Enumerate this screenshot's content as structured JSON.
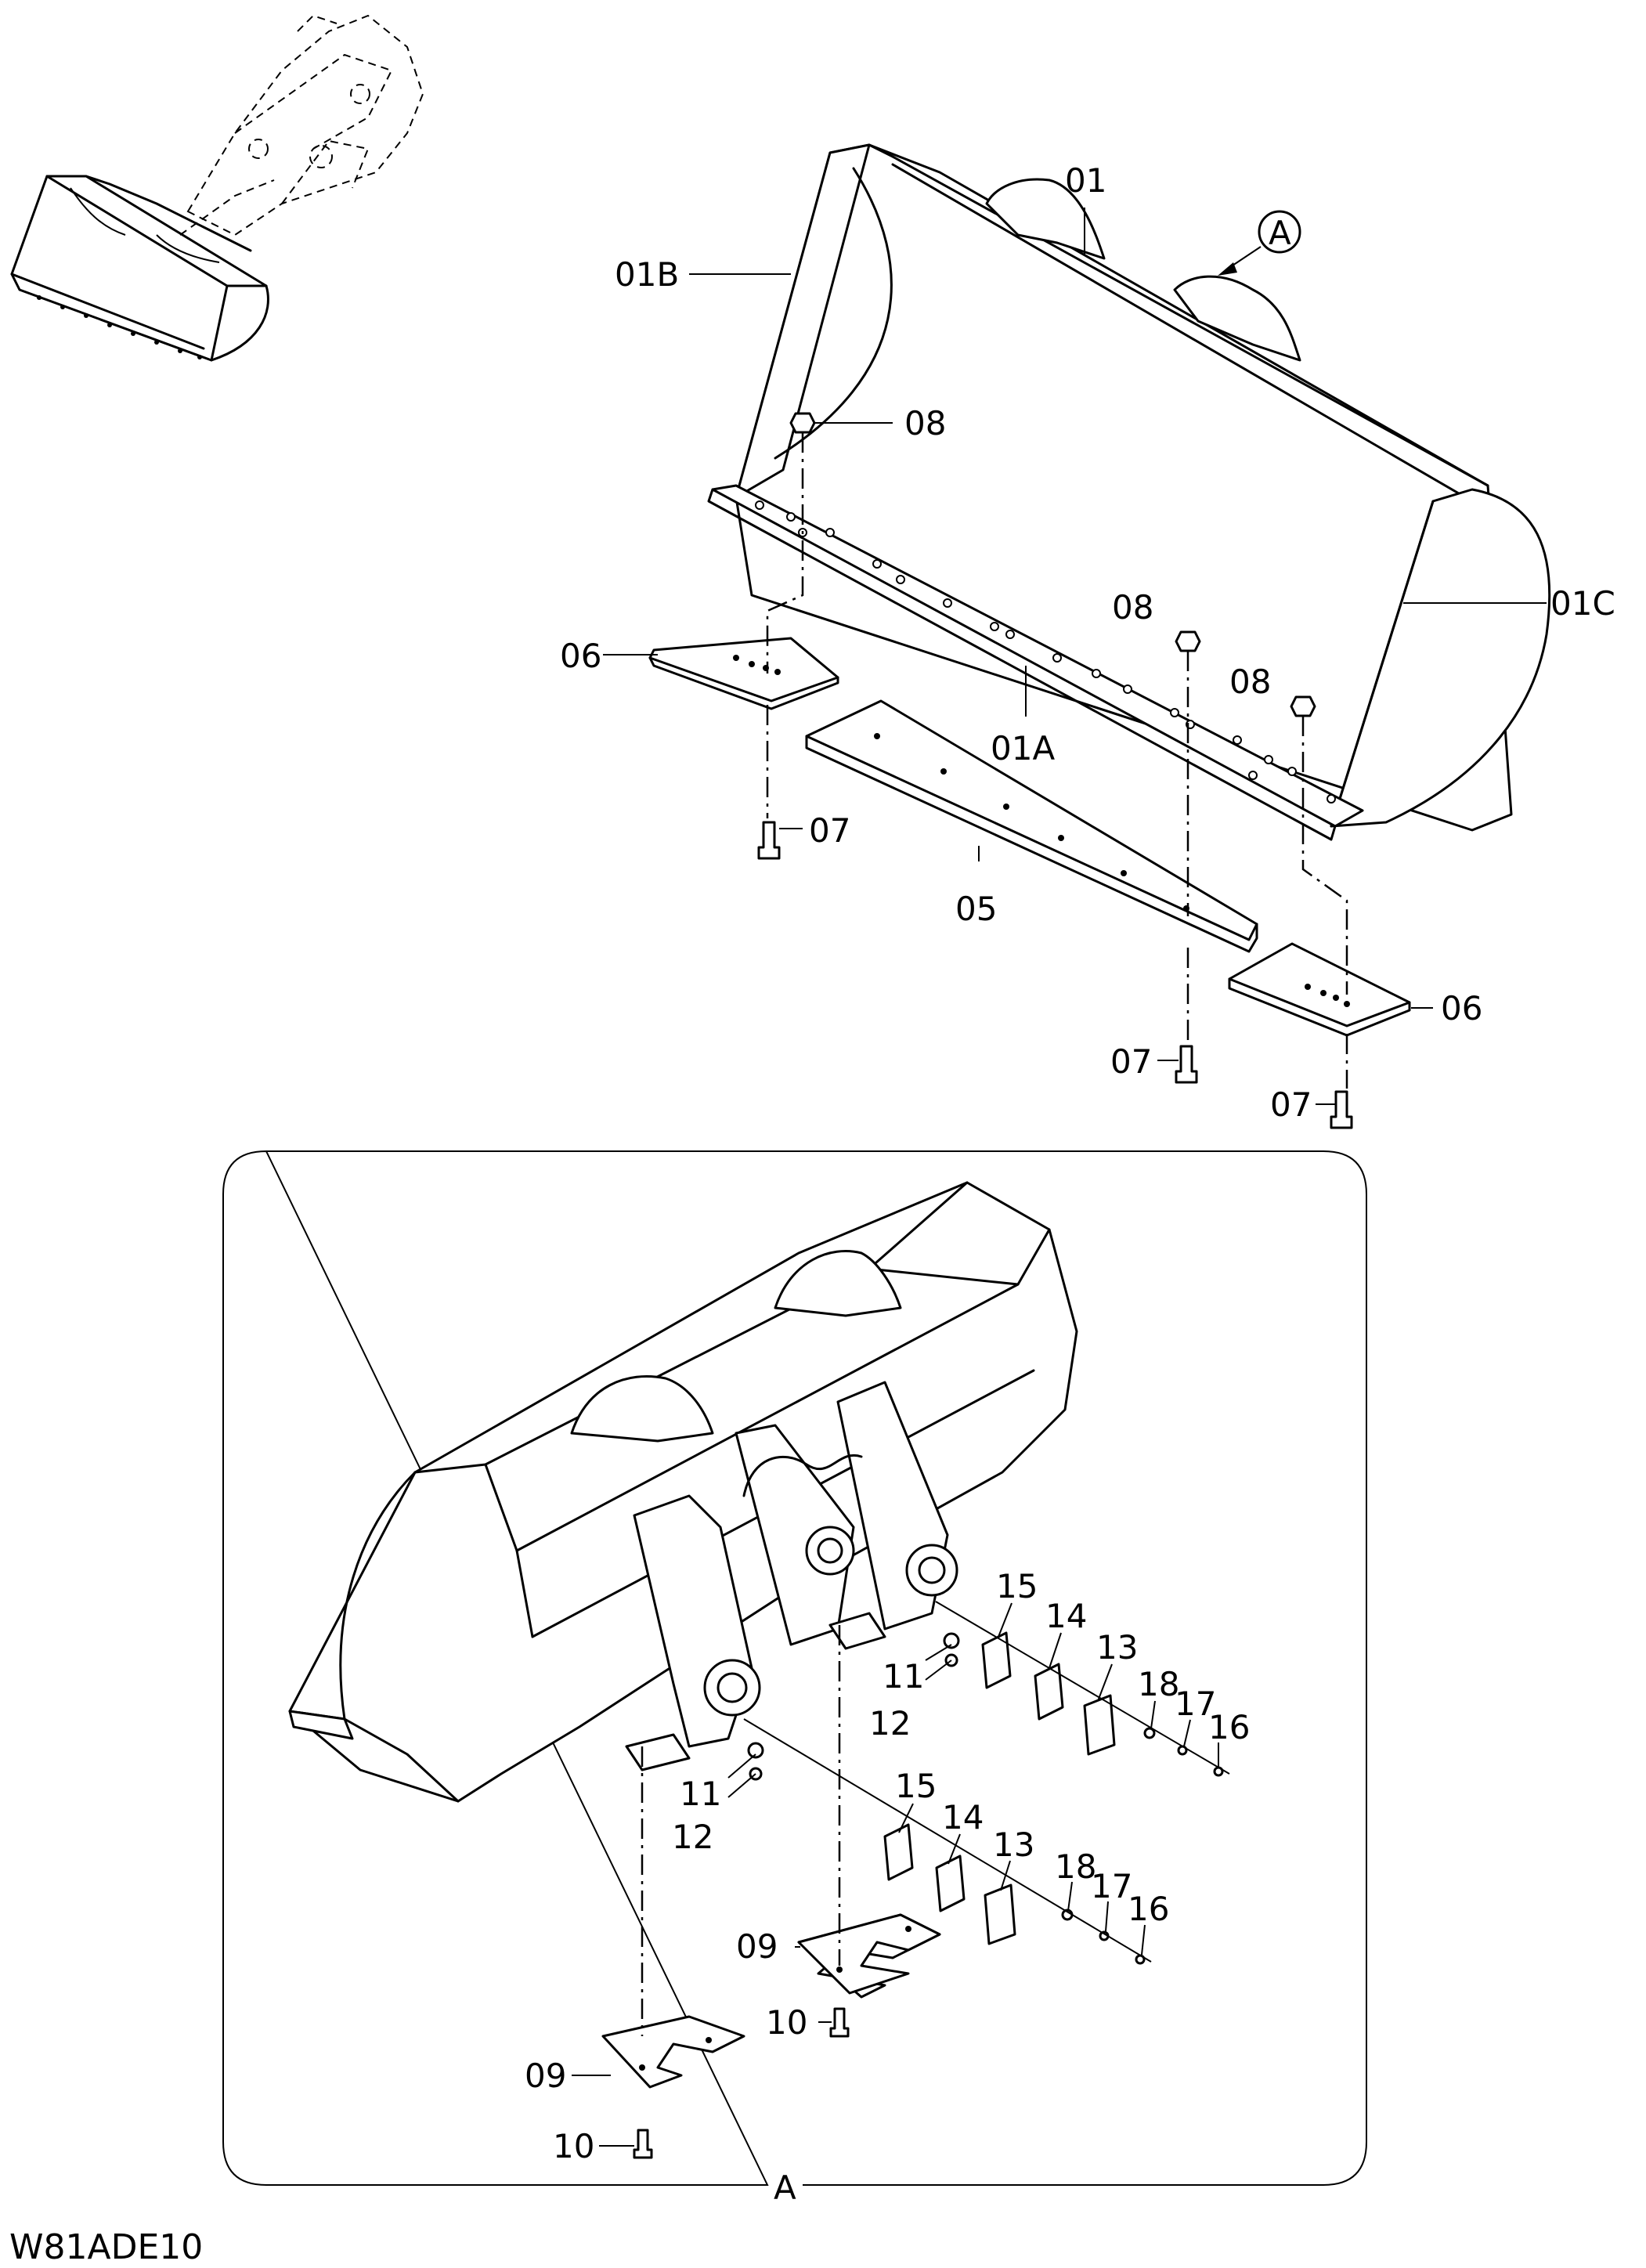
{
  "drawing_code": "W81ADE10",
  "view_reference": "A",
  "callouts": {
    "p01": "01",
    "p01A": "01A",
    "p01B": "01B",
    "p01C": "01C",
    "p05": "05",
    "p06_left": "06",
    "p06_right": "06",
    "p07_left": "07",
    "p07_mid": "07",
    "p07_right": "07",
    "p08_left": "08",
    "p08_mid": "08",
    "p08_right": "08",
    "p09_upper": "09",
    "p09_lower": "09",
    "p10_upper": "10",
    "p10_lower": "10",
    "p11_upper": "11",
    "p11_lower": "11",
    "p12_upper": "12",
    "p12_lower": "12",
    "p13_upper": "13",
    "p13_lower": "13",
    "p14_upper": "14",
    "p14_lower": "14",
    "p15_upper": "15",
    "p15_lower": "15",
    "p16_upper": "16",
    "p16_lower": "16",
    "p17_upper": "17",
    "p17_lower": "17",
    "p18_upper": "18",
    "p18_lower": "18"
  }
}
